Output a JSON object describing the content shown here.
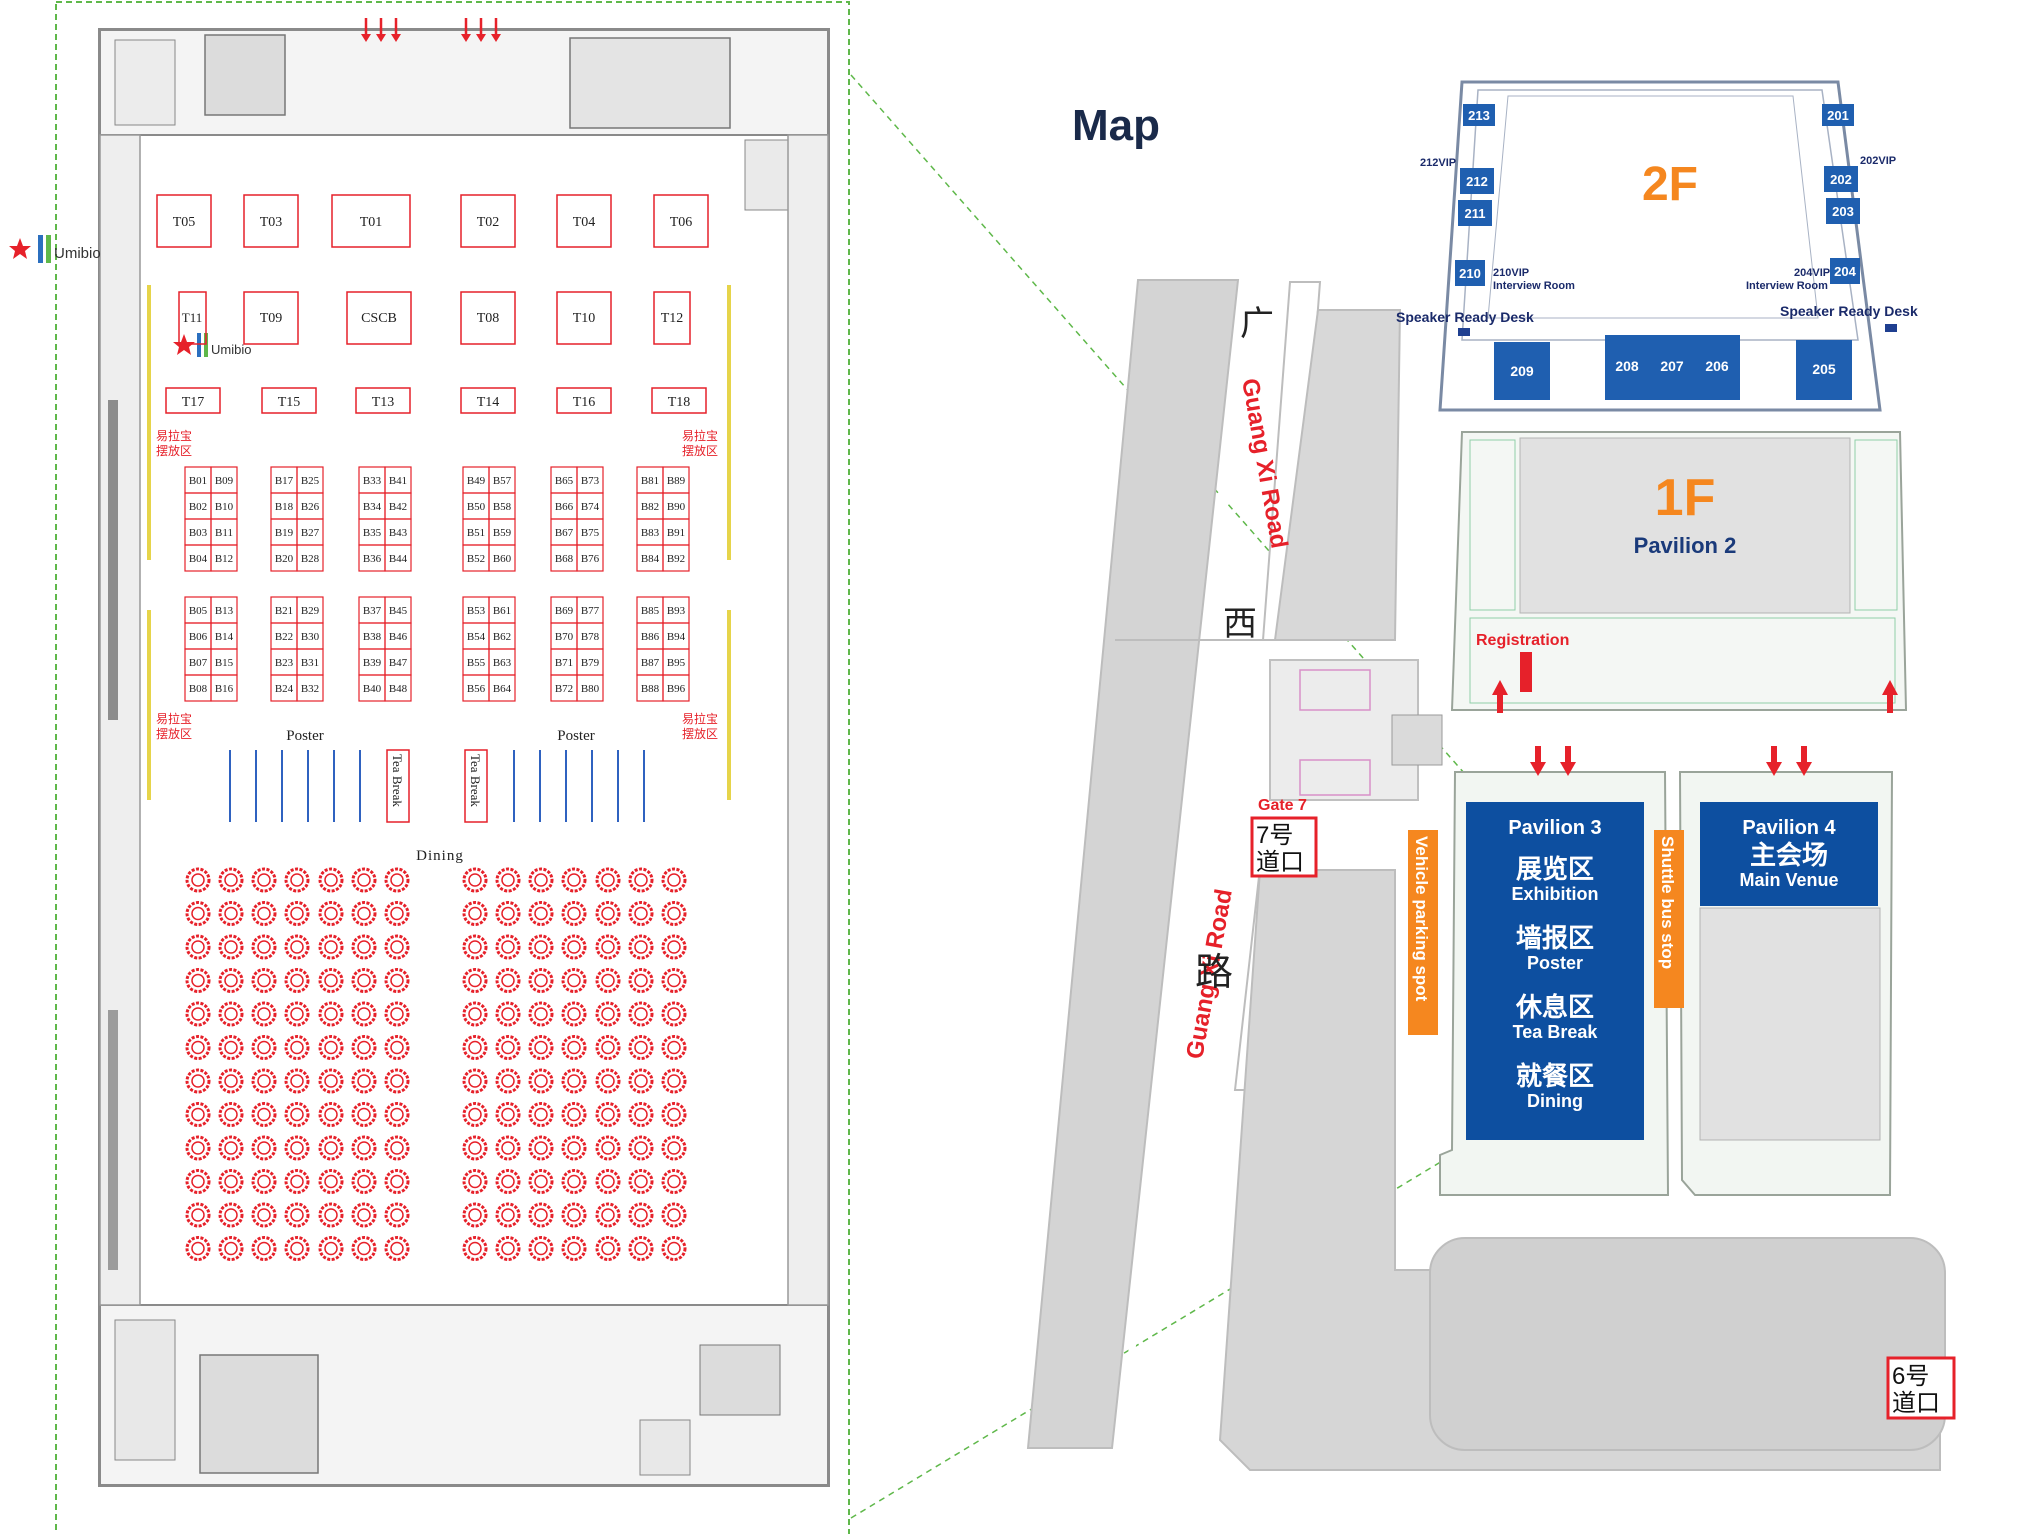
{
  "map_title": "Map",
  "floorplan": {
    "brand": "Umibio",
    "top_tables": [
      "T05",
      "T03",
      "T01",
      "T02",
      "T04",
      "T06"
    ],
    "mid_tables": [
      "T11",
      "T09",
      "CSCB",
      "T08",
      "T10",
      "T12"
    ],
    "row3_tables": [
      "T17",
      "T15",
      "T13",
      "T14",
      "T16",
      "T18"
    ],
    "booth_pairs_top": [
      [
        [
          "B01",
          "B09"
        ],
        [
          "B02",
          "B10"
        ],
        [
          "B03",
          "B11"
        ],
        [
          "B04",
          "B12"
        ]
      ],
      [
        [
          "B17",
          "B25"
        ],
        [
          "B18",
          "B26"
        ],
        [
          "B19",
          "B27"
        ],
        [
          "B20",
          "B28"
        ]
      ],
      [
        [
          "B33",
          "B41"
        ],
        [
          "B34",
          "B42"
        ],
        [
          "B35",
          "B43"
        ],
        [
          "B36",
          "B44"
        ]
      ],
      [
        [
          "B49",
          "B57"
        ],
        [
          "B50",
          "B58"
        ],
        [
          "B51",
          "B59"
        ],
        [
          "B52",
          "B60"
        ]
      ],
      [
        [
          "B65",
          "B73"
        ],
        [
          "B66",
          "B74"
        ],
        [
          "B67",
          "B75"
        ],
        [
          "B68",
          "B76"
        ]
      ],
      [
        [
          "B81",
          "B89"
        ],
        [
          "B82",
          "B90"
        ],
        [
          "B83",
          "B91"
        ],
        [
          "B84",
          "B92"
        ]
      ]
    ],
    "booth_pairs_bottom": [
      [
        [
          "B05",
          "B13"
        ],
        [
          "B06",
          "B14"
        ],
        [
          "B07",
          "B15"
        ],
        [
          "B08",
          "B16"
        ]
      ],
      [
        [
          "B21",
          "B29"
        ],
        [
          "B22",
          "B30"
        ],
        [
          "B23",
          "B31"
        ],
        [
          "B24",
          "B32"
        ]
      ],
      [
        [
          "B37",
          "B45"
        ],
        [
          "B38",
          "B46"
        ],
        [
          "B39",
          "B47"
        ],
        [
          "B40",
          "B48"
        ]
      ],
      [
        [
          "B53",
          "B61"
        ],
        [
          "B54",
          "B62"
        ],
        [
          "B55",
          "B63"
        ],
        [
          "B56",
          "B64"
        ]
      ],
      [
        [
          "B69",
          "B77"
        ],
        [
          "B70",
          "B78"
        ],
        [
          "B71",
          "B79"
        ],
        [
          "B72",
          "B80"
        ]
      ],
      [
        [
          "B85",
          "B93"
        ],
        [
          "B86",
          "B94"
        ],
        [
          "B87",
          "B95"
        ],
        [
          "B88",
          "B96"
        ]
      ]
    ],
    "side_label_line1": "易拉宝",
    "side_label_line2": "摆放区",
    "poster_label": "Poster",
    "tea_break_label": "Tea Break",
    "dining_label": "Dining"
  },
  "venue": {
    "floor_2f": "2F",
    "floor_1f": "1F",
    "pavilion_2": "Pavilion 2",
    "rooms_left": [
      "213",
      "212",
      "211",
      "210"
    ],
    "rooms_right": [
      "201",
      "202",
      "203",
      "204"
    ],
    "rooms_bottom": [
      "209",
      "208",
      "207",
      "206",
      "205"
    ],
    "vip_212": "212VIP",
    "vip_202": "202VIP",
    "vip_210": "210VIP",
    "vip_204": "204VIP",
    "interview_room": "Interview Room",
    "speaker_desk": "Speaker Ready Desk",
    "registration": "Registration",
    "pavilion_3": {
      "title": "Pavilion 3",
      "zones": [
        {
          "cn": "展览区",
          "en": "Exhibition"
        },
        {
          "cn": "墙报区",
          "en": "Poster"
        },
        {
          "cn": "休息区",
          "en": "Tea Break"
        },
        {
          "cn": "就餐区",
          "en": "Dining"
        }
      ]
    },
    "pavilion_4": {
      "title": "Pavilion 4",
      "cn": "主会场",
      "en": "Main Venue"
    },
    "vehicle_parking": "Vehicle parking spot",
    "shuttle_bus": "Shuttle bus stop",
    "road_name": "Guang Xi Road",
    "road_cn": [
      "广",
      "西",
      "路"
    ],
    "gate7": "Gate 7",
    "gate7_sign": [
      "7号",
      "道口"
    ],
    "gate6_sign": [
      "6号",
      "道口"
    ]
  },
  "colors": {
    "accent_red": "#e6212a",
    "venue_blue": "#0d4fa0",
    "orange": "#f5871f",
    "navy_title": "#1a2a4a",
    "green_dash": "#5fb84a"
  }
}
